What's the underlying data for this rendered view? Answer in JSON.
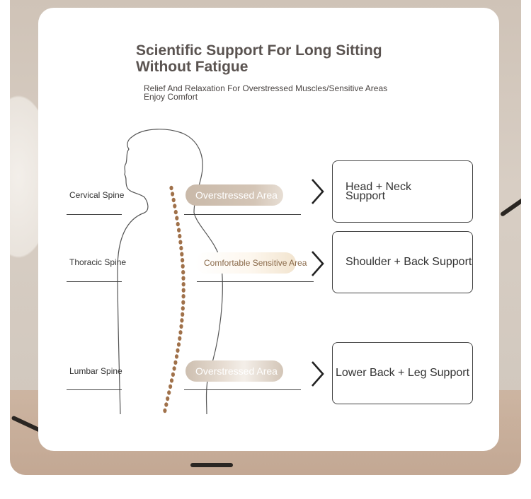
{
  "header": {
    "title": "Scientific Support For Long Sitting Without Fatigue",
    "subtitle_line1": "Relief And Relaxation For Overstressed Muscles/Sensitive Areas",
    "subtitle_line2": "Enjoy Comfort"
  },
  "spine_regions": [
    {
      "label": "Cervical Spine",
      "area": "Overstressed Area",
      "support": "Head + Neck Support"
    },
    {
      "label": "Thoracic Spine",
      "area": "Comfortable Sensitive Area",
      "support": "Shoulder + Back Support"
    },
    {
      "label": "Lumbar Spine",
      "area": "Overstressed Area",
      "support": "Lower Back + Leg Support"
    }
  ],
  "colors": {
    "title": "#5a5350",
    "vertebra": "#a0714a",
    "pill_overstressed": "#c9b9a9",
    "pill_comfortable": "#f2e4cf"
  },
  "icons": [
    "chevron-right-icon",
    "spine-figure-outline"
  ]
}
